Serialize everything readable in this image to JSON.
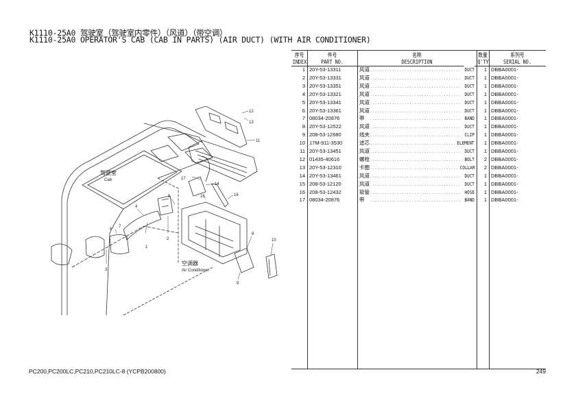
{
  "title": {
    "line_cn": "K1110-25A0 驾驶室（驾驶室内零件）（风道）（带空调）",
    "line_en": "K1110-25A0 OPERATOR'S CAB (CAB IN PARTS) (AIR DUCT) (WITH AIR CONDITIONER)"
  },
  "diagram": {
    "cab_label_cn": "驾驶室",
    "cab_label_en": "Cab",
    "ac_label_cn": "空调器",
    "ac_label_en": "Air Conditioner",
    "callouts": [
      "1",
      "2",
      "3",
      "4",
      "5",
      "6",
      "7",
      "8",
      "9",
      "10",
      "11",
      "12",
      "13",
      "14",
      "15",
      "16",
      "17"
    ]
  },
  "table": {
    "headers": {
      "index_cn": "序号",
      "index_en": "INDEX",
      "part_cn": "件号",
      "part_en": "PART NO.",
      "desc_cn": "名称",
      "desc_en": "DESCRIPTION",
      "qty_cn": "数量",
      "qty_en": "Q'TY",
      "serial_cn": "系列号",
      "serial_en": "SERIAL NO."
    },
    "rows": [
      {
        "index": "1",
        "part": "20Y-53-13311",
        "cn": "风道",
        "en": "DUCT",
        "qty": "1",
        "serial": "DBBA0001-"
      },
      {
        "index": "2",
        "part": "20Y-53-13331",
        "cn": "风道",
        "en": "DUCT",
        "qty": "1",
        "serial": "DBBA0001-"
      },
      {
        "index": "3",
        "part": "20Y-53-13351",
        "cn": "风道",
        "en": "DUCT",
        "qty": "1",
        "serial": "DBBA0001-"
      },
      {
        "index": "4",
        "part": "20Y-53-13321",
        "cn": "风道",
        "en": "DUCT",
        "qty": "1",
        "serial": "DBBA0001-"
      },
      {
        "index": "5",
        "part": "20Y-53-13341",
        "cn": "风道",
        "en": "DUCT",
        "qty": "1",
        "serial": "DBBA0001-"
      },
      {
        "index": "6",
        "part": "20Y-53-13361",
        "cn": "风道",
        "en": "DUCT",
        "qty": "1",
        "serial": "DBBA0001-"
      },
      {
        "index": "7",
        "part": "08034-20876",
        "cn": "带",
        "en": "BAND",
        "qty": "1",
        "serial": "DBBA0001-"
      },
      {
        "index": "8",
        "part": "20Y-53-12522",
        "cn": "风道",
        "en": "DUCT",
        "qty": "1",
        "serial": "DBBA0001-"
      },
      {
        "index": "9",
        "part": "208-53-12680",
        "cn": "线夹",
        "en": "CLIP",
        "qty": "1",
        "serial": "DBBA0001-"
      },
      {
        "index": "10",
        "part": "17M-911-3530",
        "cn": "滤芯",
        "en": "ELEMENT",
        "qty": "1",
        "serial": "DBBA0001-"
      },
      {
        "index": "11",
        "part": "20Y-53-13451",
        "cn": "风道",
        "en": "DUCT",
        "qty": "1",
        "serial": "DBBA0001-"
      },
      {
        "index": "12",
        "part": "01435-40616",
        "cn": "螺栓",
        "en": "BOLT",
        "qty": "2",
        "serial": "DBBA0001-"
      },
      {
        "index": "13",
        "part": "20Y-53-12310",
        "cn": "卡圈",
        "en": "COLLAR",
        "qty": "2",
        "serial": "DBBA0001-"
      },
      {
        "index": "14",
        "part": "20Y-53-13461",
        "cn": "风道",
        "en": "DUCT",
        "qty": "1",
        "serial": "DBBA0001-"
      },
      {
        "index": "15",
        "part": "208-53-12120",
        "cn": "风道",
        "en": "DUCT",
        "qty": "1",
        "serial": "DBBA0001-"
      },
      {
        "index": "16",
        "part": "208-53-12432",
        "cn": "软管",
        "en": "HOSE",
        "qty": "1",
        "serial": "DBBA0001-"
      },
      {
        "index": "17",
        "part": "08034-20876",
        "cn": "带",
        "en": "BAND",
        "qty": "1",
        "serial": "DBBA0001-"
      }
    ]
  },
  "footer": {
    "model": "PC200,PC200LC,PC210,PC210LC-8 (YCPB200800)",
    "page": "249"
  }
}
